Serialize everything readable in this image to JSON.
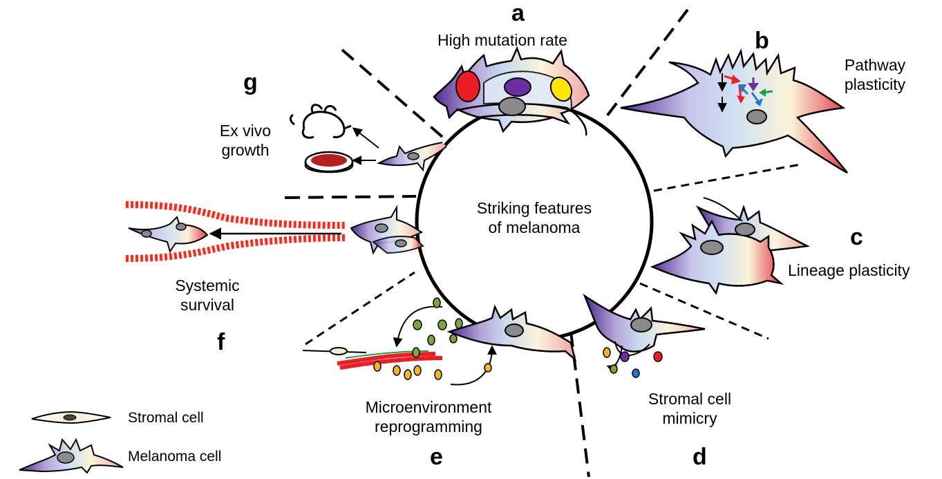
{
  "center": {
    "line1": "Striking features",
    "line2": "of melanoma"
  },
  "panels": {
    "a": {
      "letter": "a",
      "label": "High mutation rate"
    },
    "b": {
      "letter": "b",
      "label_line1": "Pathway",
      "label_line2": "plasticity"
    },
    "c": {
      "letter": "c",
      "label": "Lineage plasticity"
    },
    "d": {
      "letter": "d",
      "label_line1": "Stromal cell",
      "label_line2": "mimicry"
    },
    "e": {
      "letter": "e",
      "label_line1": "Microenvironment",
      "label_line2": "reprogramming"
    },
    "f": {
      "letter": "f",
      "label_line1": "Systemic",
      "label_line2": "survival"
    },
    "g": {
      "letter": "g",
      "label_line1": "Ex vivo",
      "label_line2": "growth"
    }
  },
  "legend": {
    "stromal": "Stromal cell",
    "melanoma": "Melanoma cell"
  },
  "colors": {
    "red": "#ee1c25",
    "blood": "#ff2a1a",
    "purple": "#6a2fa0",
    "yellow": "#ffe600",
    "green": "#19a045",
    "blue": "#1e78d2",
    "olive": "#7aa63a",
    "orange": "#f3b61a",
    "nucleus": "#8a8a8a",
    "dish": "#b51f1f"
  }
}
